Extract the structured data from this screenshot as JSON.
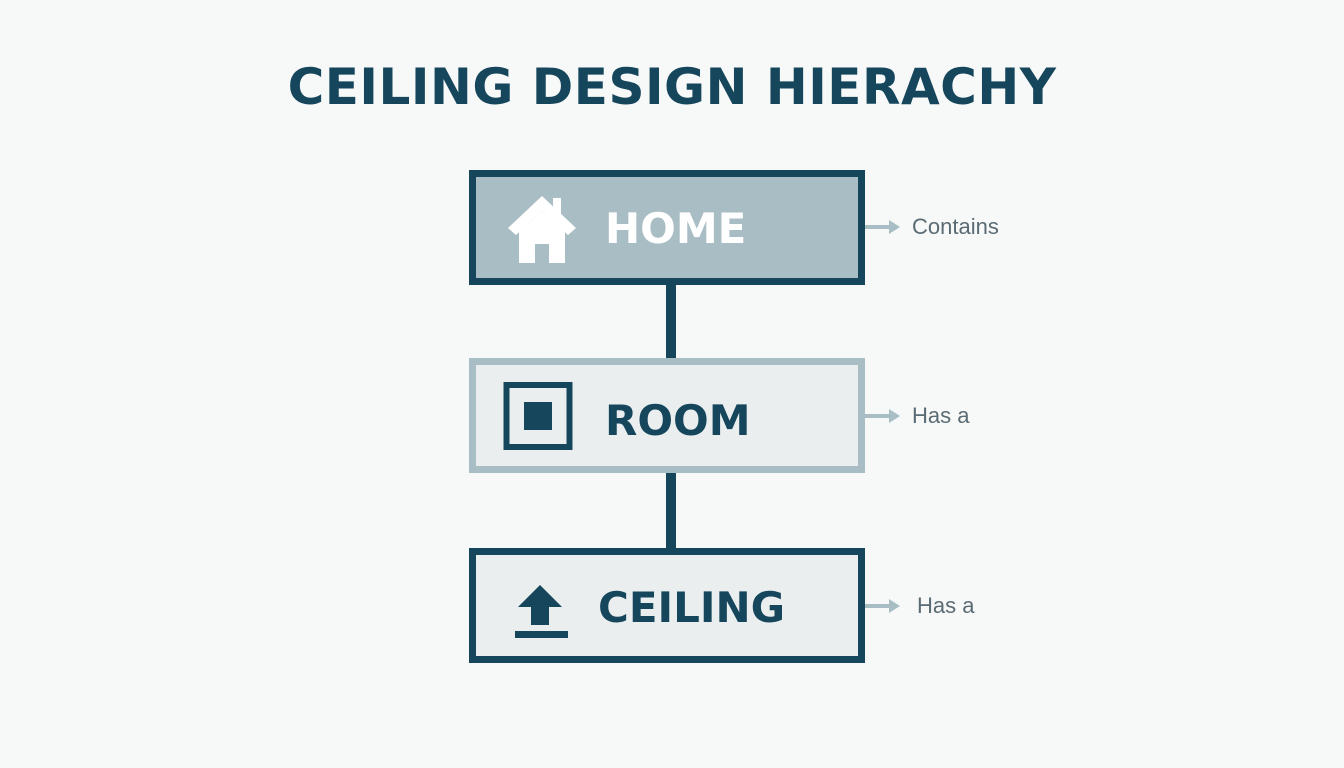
{
  "title": "CEILING DESIGN HIERACHY",
  "nodes": [
    {
      "label": "HOME",
      "icon": "house-icon",
      "relation": "Contains"
    },
    {
      "label": "ROOM",
      "icon": "square-room-icon",
      "relation": "Has a"
    },
    {
      "label": "CEILING",
      "icon": "upward-arrow-icon",
      "relation": "Has a"
    }
  ],
  "colors": {
    "primary": "#15465c",
    "home_fill": "#a9bec4",
    "light_fill": "#eaeeef",
    "muted_border": "#a9bec4",
    "note_text": "#5b6b73",
    "background": "#f7f8f8"
  }
}
